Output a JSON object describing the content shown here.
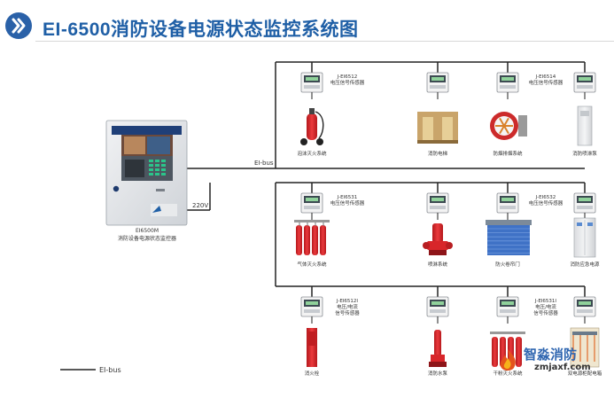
{
  "header": {
    "title": "EI-6500消防设备电源状态监控系统图"
  },
  "bus": {
    "main_label": "EI-bus",
    "legend_label": "EI-bus",
    "power_label": "220V"
  },
  "monitor": {
    "model": "EI6500M",
    "name": "消防设备电源状态监控器"
  },
  "rows": [
    {
      "sensor_label": [
        "J-EI6512",
        "电压信号传感器"
      ],
      "sensor_label_2": [
        "J-EI6514",
        "电压信号传感器"
      ],
      "equipment": [
        "泡沫灭火系统",
        "消防电梯",
        "防烟排烟系统",
        "消防喷淋泵"
      ]
    },
    {
      "sensor_label": [
        "J-EI6531",
        "电压信号传感器"
      ],
      "sensor_label_2": [
        "J-EI6532",
        "电压信号传感器"
      ],
      "equipment": [
        "气体灭火系统",
        "喷淋系统",
        "防火卷帘门",
        "消防应急电源"
      ]
    },
    {
      "sensor_label": [
        "J-EI6512I",
        "电压/电流",
        "信号传感器"
      ],
      "sensor_label_2": [
        "J-EI6531I",
        "电压/电流",
        "信号传感器"
      ],
      "equipment": [
        "消火栓",
        "消防水泵",
        "干粉灭火系统",
        "双电源柜配电箱"
      ]
    }
  ],
  "watermark": {
    "title": "智淼消防",
    "url": "zmjaxf.com"
  },
  "colors": {
    "accent": "#1f5fa6",
    "line": "#222222",
    "red": "#d8262a"
  }
}
